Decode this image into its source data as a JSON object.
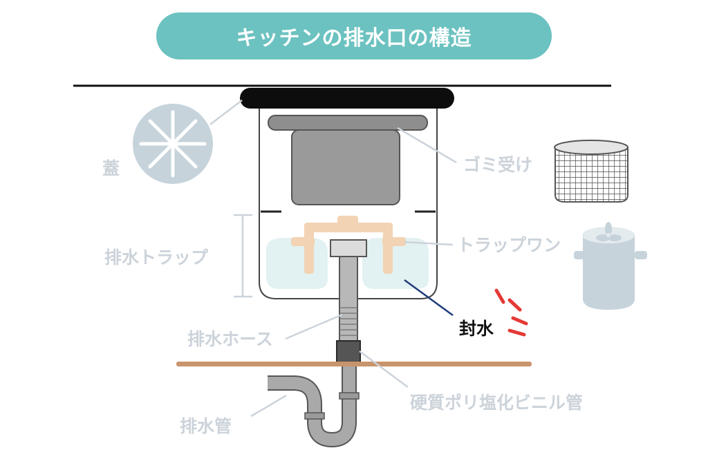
{
  "title": "キッチンの排水口の構造",
  "labels": {
    "lid": "蓋",
    "trash_basket": "ゴミ受け",
    "drain_trap": "排水トラップ",
    "trap_bowl": "トラップワン",
    "water_seal": "封水",
    "drain_hose": "排水ホース",
    "pvc_pipe": "硬質ポリ塩化ビニル管",
    "drain_pipe": "排水管"
  },
  "colors": {
    "title_bg": "#6cc2c0",
    "label_gray": "#ccd3da",
    "accent_red": "#e53935",
    "floor_brown": "#c8946c",
    "trap_orange": "#f2d3b3",
    "water": "#dff0f0"
  }
}
